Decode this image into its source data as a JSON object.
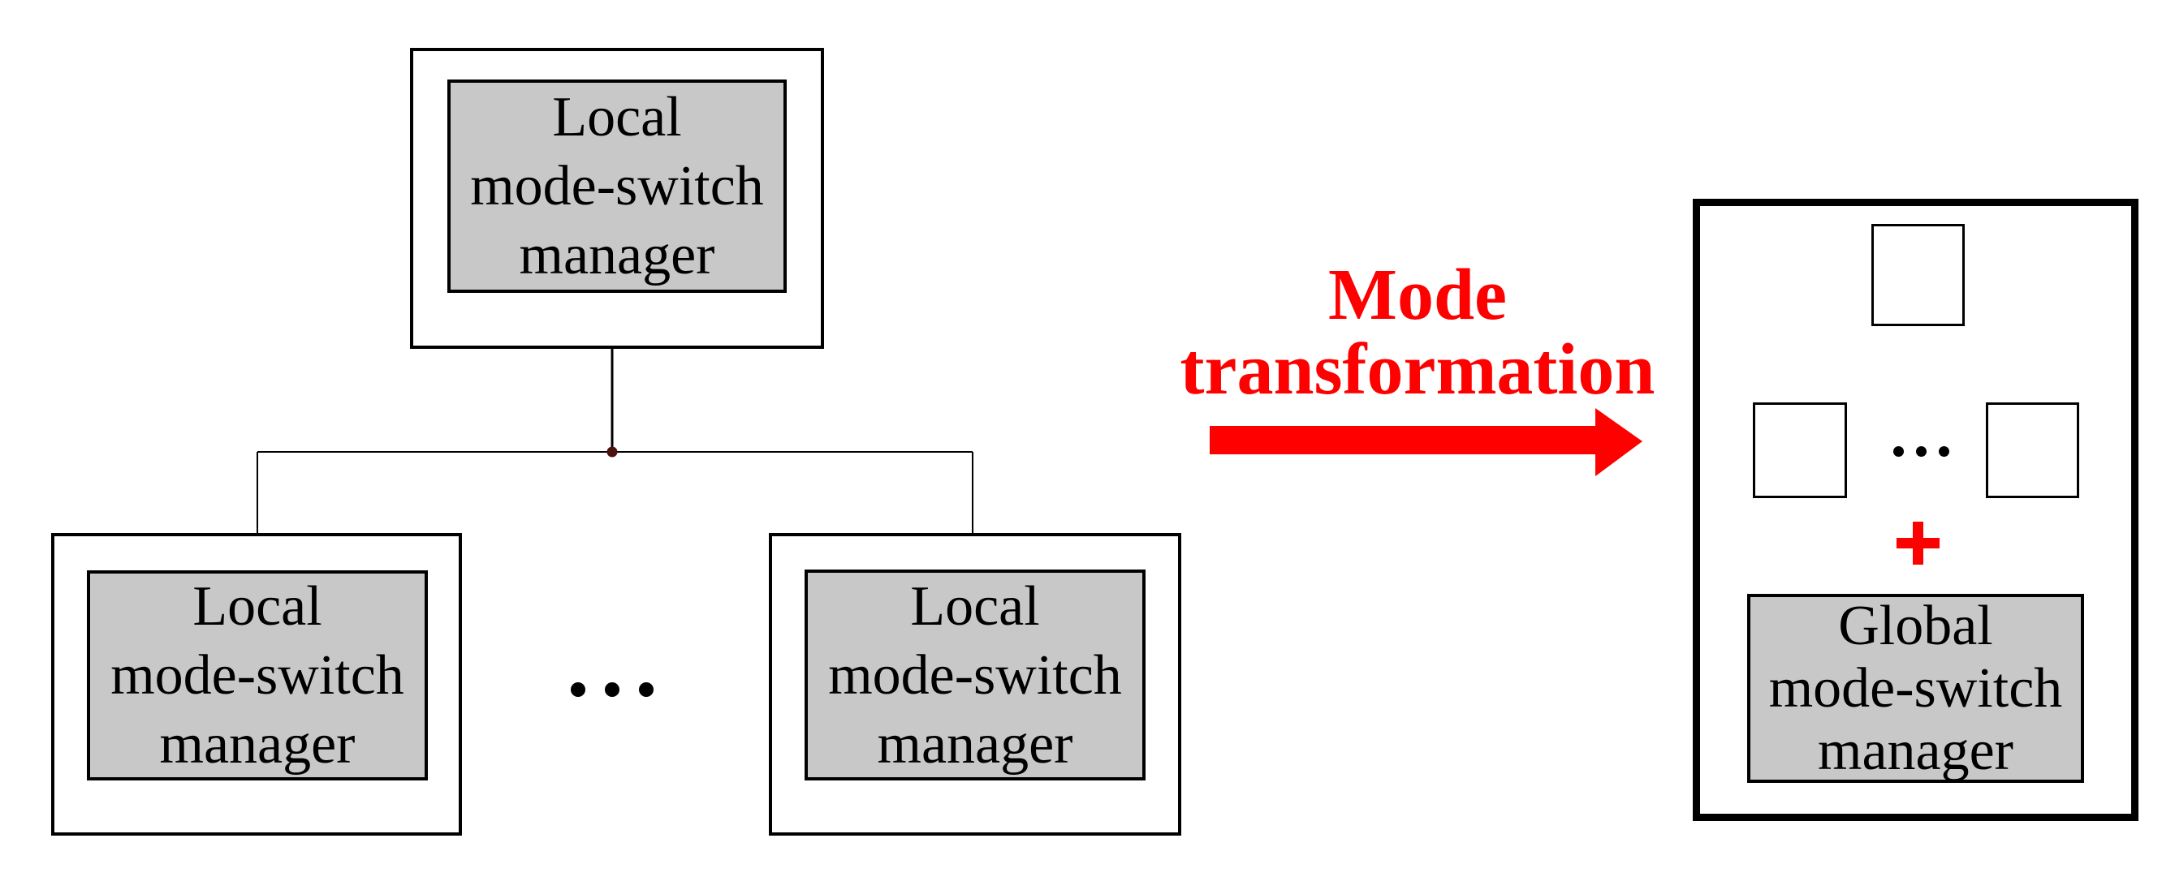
{
  "figure": {
    "left_hierarchy": {
      "root_label": "Local\nmode-switch\nmanager",
      "child_left_label": "Local\nmode-switch\nmanager",
      "child_right_label": "Local\nmode-switch\nmanager",
      "ellipsis": "• • •"
    },
    "transformation": {
      "label": "Mode\ntransformation"
    },
    "result_panel": {
      "ellipsis": "• • •",
      "plus_symbol": "+",
      "global_label": "Global\nmode-switch\nmanager"
    },
    "icons": {
      "arrow": "right-arrow",
      "plus": "plus-cross",
      "ellipsis": "horizontal-dots",
      "junction": "filled-dot"
    },
    "colors": {
      "accent_red": "#ff0000",
      "junction_dot": "#4a130e",
      "box_fill": "#c8c8c8",
      "line": "#000000",
      "background": "#ffffff"
    }
  }
}
